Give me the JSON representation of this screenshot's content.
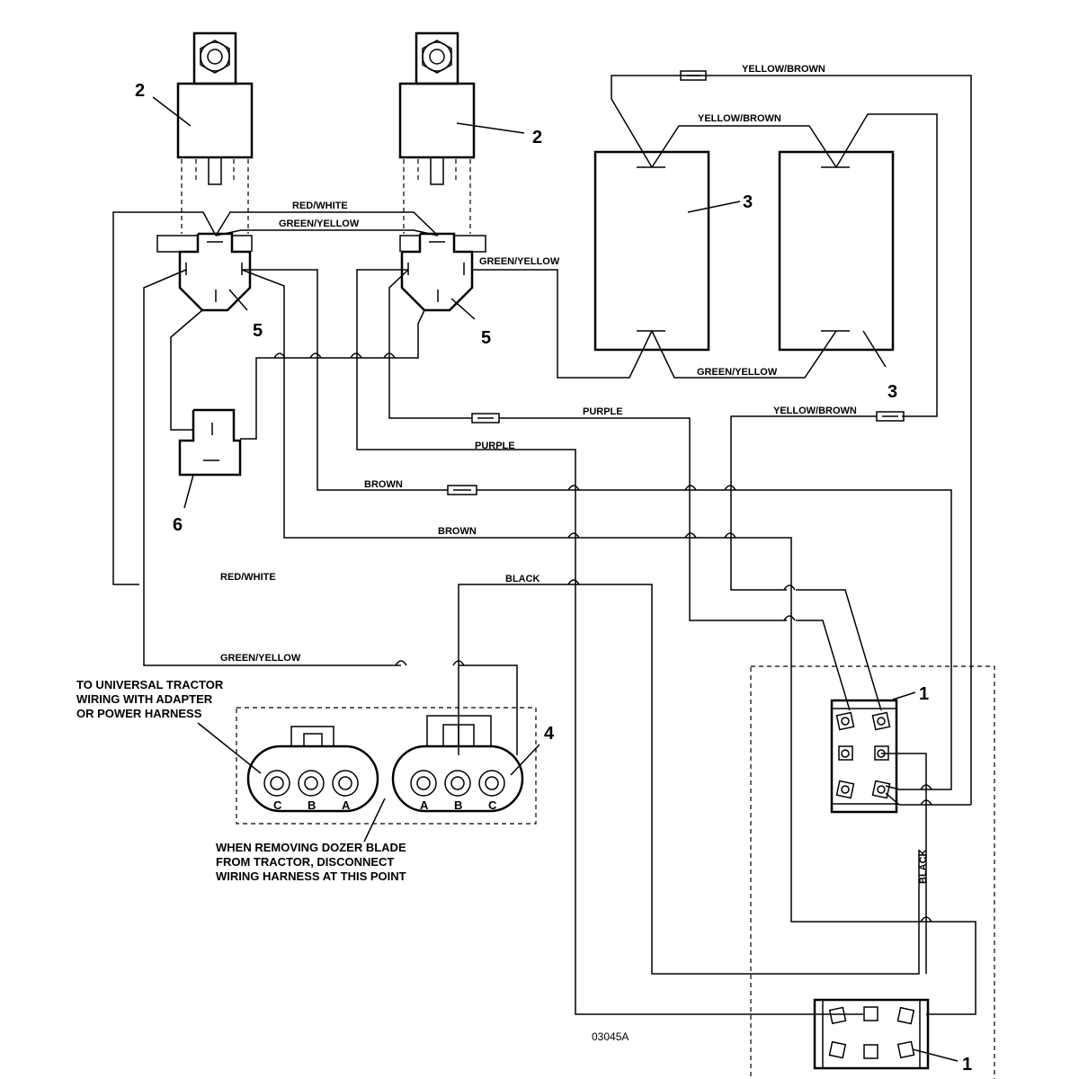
{
  "wire_labels": {
    "yellow_brown_top": "YELLOW/BROWN",
    "yellow_brown_mid": "YELLOW/BROWN",
    "red_white_top": "RED/WHITE",
    "green_yellow_top": "GREEN/YELLOW",
    "green_yellow_right": "GREEN/YELLOW",
    "green_yellow_bottom": "GREEN/YELLOW",
    "purple_1": "PURPLE",
    "yellow_brown_lower": "YELLOW/BROWN",
    "purple_2": "PURPLE",
    "brown_1": "BROWN",
    "brown_2": "BROWN",
    "red_white_bottom": "RED/WHITE",
    "black_1": "BLACK",
    "green_yellow_lower": "GREEN/YELLOW",
    "black_vertical": "BLACK"
  },
  "callouts": {
    "solenoid_left": "2",
    "solenoid_right": "2",
    "actuator_left": "3",
    "actuator_right": "3",
    "relay_left": "5",
    "relay_right": "5",
    "diode": "6",
    "connector": "4",
    "switch_top": "1",
    "switch_bottom": "1"
  },
  "notes": {
    "tractor_line1": "TO UNIVERSAL TRACTOR",
    "tractor_line2": "WIRING WITH ADAPTER",
    "tractor_line3": "OR POWER HARNESS",
    "dozer_line1": "WHEN REMOVING DOZER BLADE",
    "dozer_line2": "FROM TRACTOR, DISCONNECT",
    "dozer_line3": "WIRING HARNESS AT THIS POINT"
  },
  "connector_pins": {
    "tractor": [
      "C",
      "B",
      "A"
    ],
    "blade": [
      "A",
      "B",
      "C"
    ]
  },
  "drawing_number": "03045A"
}
